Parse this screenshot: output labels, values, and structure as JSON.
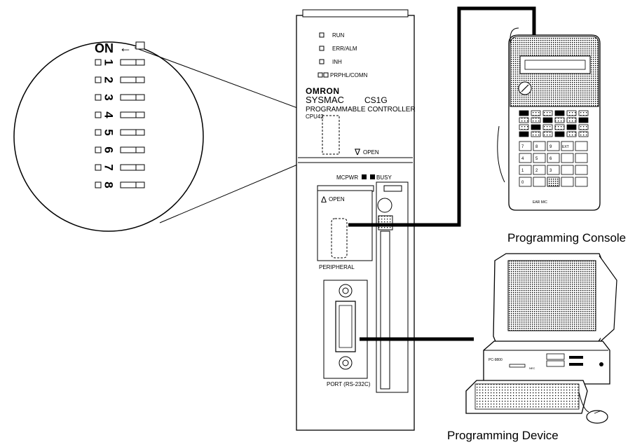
{
  "plc": {
    "indicators": [
      "RUN",
      "ERR/ALM",
      "INH",
      "PRPHL/COMN"
    ],
    "brand": "OMRON",
    "series": "SYSMAC",
    "model": "CS1G",
    "description": "PROGRAMMABLE CONTROLLER",
    "cpu": "CPU42",
    "open_arrow": "∇",
    "open_label": "OPEN",
    "mcpwr_label": "MCPWR",
    "busy_label": "BUSY",
    "peripheral_open_arrow": "Δ",
    "peripheral_open_label": "OPEN",
    "peripheral_label": "PERIPHERAL",
    "port_label": "PORT (RS-232C)"
  },
  "dip_switch": {
    "on_label": "ON",
    "arrow": "←",
    "pins": [
      "1",
      "2",
      "3",
      "4",
      "5",
      "6",
      "7",
      "8"
    ]
  },
  "console": {
    "keypad": [
      "7",
      "8",
      "9",
      "EXT",
      "4",
      "5",
      "6",
      "1",
      "2",
      "3",
      "0"
    ],
    "footer": "EAR   MIC"
  },
  "labels": {
    "console_caption": "Programming Console",
    "device_caption": "Programming Device"
  },
  "colors": {
    "line": "#000000",
    "background": "#ffffff"
  }
}
